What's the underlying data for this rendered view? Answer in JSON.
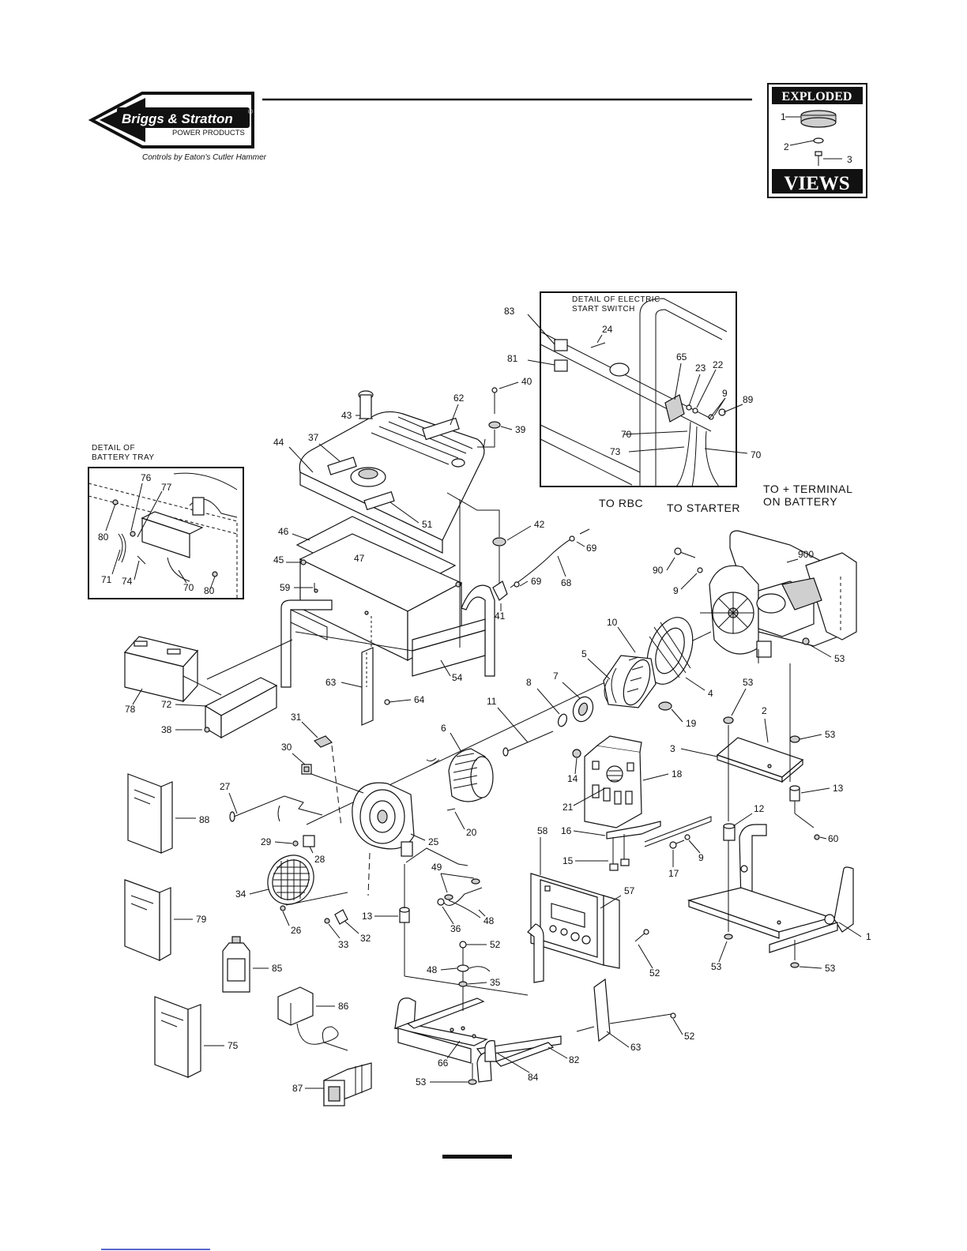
{
  "brand": {
    "name": "Briggs & Stratton",
    "tm": "®",
    "sub": "POWER PRODUCTS",
    "tagline": "Controls by Eaton's Cutler Hammer"
  },
  "badge": {
    "top": "EXPLODED",
    "bottom": "VIEWS",
    "labels": [
      "1",
      "2",
      "3"
    ]
  },
  "details": {
    "battery_tray": [
      "DETAIL OF",
      "BATTERY TRAY"
    ],
    "start_switch": [
      "DETAIL OF ELECTRIC",
      "START SWITCH"
    ]
  },
  "callouts": {
    "rbc": "TO RBC",
    "starter": "TO STARTER",
    "terminal": [
      "TO + TERMINAL",
      "ON BATTERY"
    ]
  },
  "labels": {
    "l83": "83",
    "l81": "81",
    "l24": "24",
    "l65": "65",
    "l23": "23",
    "l22": "22",
    "l9a": "9",
    "l89": "89",
    "l70a": "70",
    "l73": "73",
    "l70b": "70",
    "l76": "76",
    "l77": "77",
    "l80a": "80",
    "l71": "71",
    "l74": "74",
    "l70c": "70",
    "l80b": "80",
    "l43": "43",
    "l62": "62",
    "l40": "40",
    "l39": "39",
    "l37": "37",
    "l44": "44",
    "l51": "51",
    "l46": "46",
    "l47": "47",
    "l45": "45",
    "l59": "59",
    "l42": "42",
    "l69a": "69",
    "l68": "68",
    "l69b": "69",
    "l41": "41",
    "l900": "900",
    "l90": "90",
    "l9b": "9",
    "l53a": "53",
    "l10": "10",
    "l5": "5",
    "l4": "4",
    "l7": "7",
    "l8": "8",
    "l11": "11",
    "l19": "19",
    "l78": "78",
    "l72": "72",
    "l38": "38",
    "l63a": "63",
    "l64": "64",
    "l54": "54",
    "l31": "31",
    "l30": "30",
    "l6": "6",
    "l27": "27",
    "l88": "88",
    "l14": "14",
    "l18": "18",
    "l21": "21",
    "l16": "16",
    "l15": "15",
    "l17": "17",
    "l9c": "9",
    "l53b": "53",
    "l2": "2",
    "l3": "3",
    "l53c": "53",
    "l13a": "13",
    "l12": "12",
    "l60": "60",
    "l29": "29",
    "l28": "28",
    "l25": "25",
    "l20": "20",
    "l34": "34",
    "l26": "26",
    "l49": "49",
    "l36": "36",
    "l48a": "48",
    "l33": "33",
    "l32": "32",
    "l13b": "13",
    "l58": "58",
    "l57": "57",
    "l52a": "52",
    "l1": "1",
    "l53d": "53",
    "l53e": "53",
    "l79": "79",
    "l85": "85",
    "l52b": "52",
    "l48b": "48",
    "l35": "35",
    "l86": "86",
    "l75": "75",
    "l63b": "63",
    "l52c": "52",
    "l66": "66",
    "l82": "82",
    "l84": "84",
    "l87": "87",
    "l53f": "53"
  },
  "colors": {
    "ink": "#111111",
    "paper": "#ffffff",
    "link": "#2233bb"
  }
}
